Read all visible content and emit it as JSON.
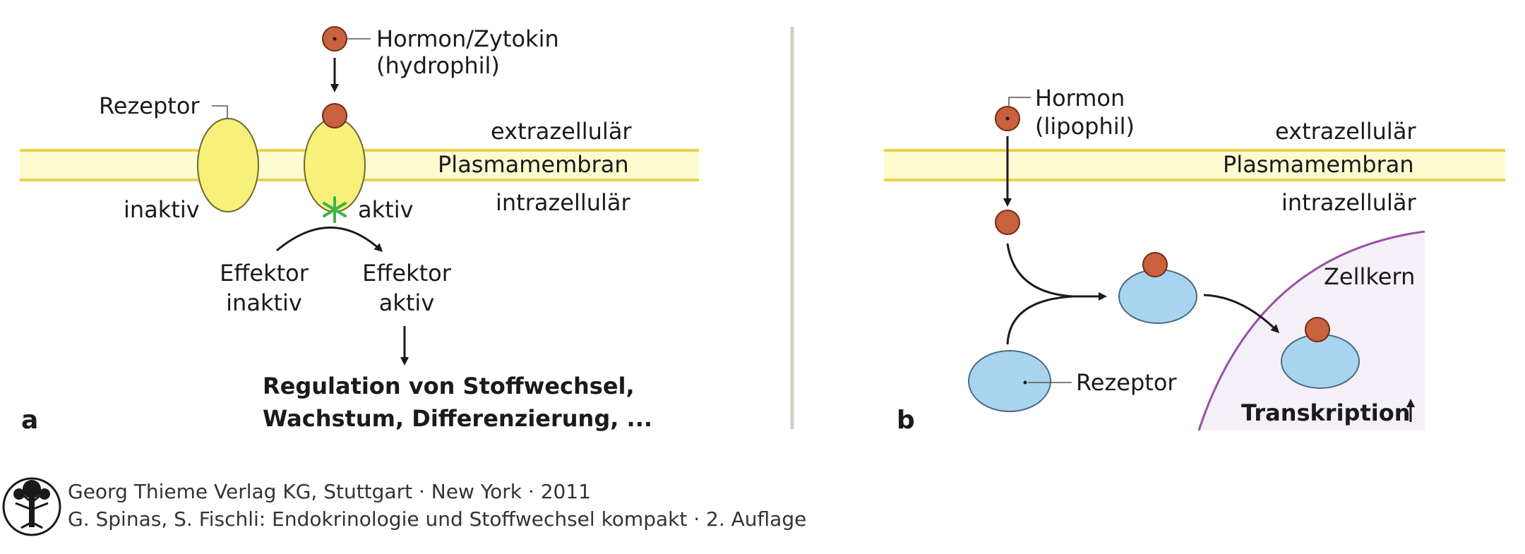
{
  "panel_a": {
    "letter": "a",
    "hormone_label_1": "Hormon/Zytokin",
    "hormone_label_2": "(hydrophil)",
    "receptor_label": "Rezeptor",
    "extracellular": "extrazellulär",
    "membrane": "Plasmamembran",
    "intracellular": "intrazellulär",
    "inactive": "inaktiv",
    "active": "aktiv",
    "effector_inactive_1": "Effektor",
    "effector_inactive_2": "inaktiv",
    "effector_active_1": "Effektor",
    "effector_active_2": "aktiv",
    "regulation_1": "Regulation von Stoffwechsel,",
    "regulation_2": "Wachstum, Differenzierung, ..."
  },
  "panel_b": {
    "letter": "b",
    "hormone_label_1": "Hormon",
    "hormone_label_2": "(lipophil)",
    "extracellular": "extrazellulär",
    "membrane": "Plasmamembran",
    "intracellular": "intrazellulär",
    "nucleus": "Zellkern",
    "receptor_label": "Rezeptor",
    "transcription": "Transkription"
  },
  "credit": {
    "line1": "Georg Thieme Verlag KG, Stuttgart · New York · 2011",
    "line2": "G. Spinas, S. Fischli: Endokrinologie und Stoffwechsel kompakt · 2. Auflage"
  },
  "colors": {
    "hormone": "#c9603e",
    "receptor_a": "#f7f07a",
    "receptor_b": "#a9d4f0",
    "membrane": "#fdfbd0",
    "membrane_edge": "#e8d24a",
    "nucleus_edge": "#9b4fa6",
    "nucleus_fill": "#f5f0f8",
    "star": "#3cb44b"
  },
  "icons": [
    "hormone-icon",
    "receptor-icon",
    "activation-star-icon",
    "tree-logo-icon",
    "arrow-up-icon"
  ]
}
